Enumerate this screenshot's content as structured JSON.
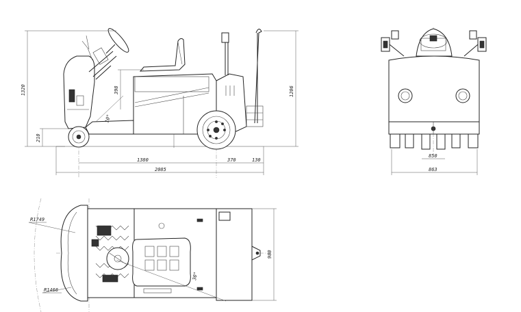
{
  "drawing": {
    "side_view": {
      "dims": {
        "overall_height": "1320",
        "seat_height": "398",
        "ground_clearance": "210",
        "handle_height": "1206",
        "angle": "10°",
        "wheelbase": "1380",
        "rear_overhang": "370",
        "hitch": "130",
        "overall_length": "2085"
      }
    },
    "front_view": {
      "dims": {
        "track": "850",
        "overall_width": "863"
      }
    },
    "top_view": {
      "dims": {
        "outer_radius": "R1749",
        "inner_radius": "R1466",
        "width": "980",
        "angle": "30°"
      }
    }
  }
}
